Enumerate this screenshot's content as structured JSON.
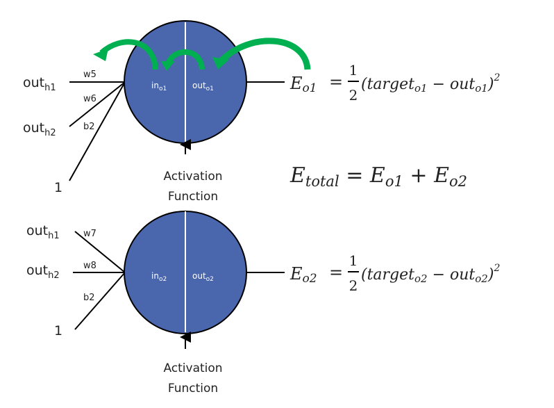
{
  "colors": {
    "neuron_fill": "#4A66AC",
    "arrow_green": "#00B050",
    "arrow_green_dark": "#008A3C",
    "line": "#000000"
  },
  "neuron1": {
    "inputs": [
      {
        "label": "out",
        "sub": "h1",
        "weight": "w5"
      },
      {
        "label": "out",
        "sub": "h2",
        "weight": "w6"
      },
      {
        "label": "1",
        "sub": "",
        "weight": "b2"
      }
    ],
    "in_label": "in",
    "in_sub": "o1",
    "out_label": "out",
    "out_sub": "o1",
    "activation": [
      "Activation",
      "Function"
    ],
    "error": {
      "E": "E",
      "sub": "o1",
      "eq": "=",
      "num": "1",
      "den": "2",
      "paren_open": "(target",
      "target_sub": "o1",
      "minus": " − out",
      "out_sub": "o1",
      "close": ")",
      "power": "2"
    }
  },
  "neuron2": {
    "inputs": [
      {
        "label": "out",
        "sub": "h1",
        "weight": "w7"
      },
      {
        "label": "out",
        "sub": "h2",
        "weight": "w8"
      },
      {
        "label": "1",
        "sub": "",
        "weight": "b2"
      }
    ],
    "in_label": "in",
    "in_sub": "o2",
    "out_label": "out",
    "out_sub": "o2",
    "activation": [
      "Activation",
      "Function"
    ],
    "error": {
      "E": "E",
      "sub": "o2",
      "eq": "=",
      "num": "1",
      "den": "2",
      "paren_open": "(target",
      "target_sub": "o2",
      "minus": " − out",
      "out_sub": "o2",
      "close": ")",
      "power": "2"
    }
  },
  "total": {
    "E": "E",
    "sub": "total",
    "eq": "=",
    "t1": "E",
    "t1_sub": "o1",
    "plus": "+",
    "t2": "E",
    "t2_sub": "o2"
  }
}
